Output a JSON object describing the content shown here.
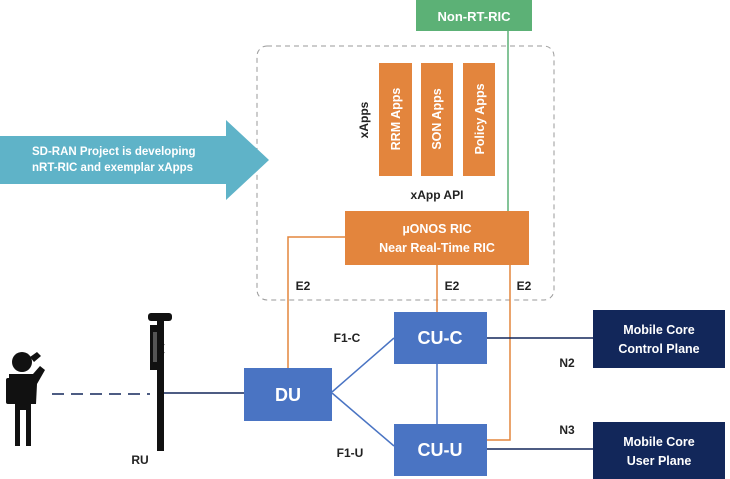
{
  "non_rt_ric": {
    "label": "Non-RT-RIC"
  },
  "xapps": {
    "group_label": "xApps",
    "apps": [
      "RRM Apps",
      "SON Apps",
      "Policy Apps"
    ],
    "api_label": "xApp API"
  },
  "near_rt_ric": {
    "line1": "µONOS RIC",
    "line2": "Near Real-Time RIC"
  },
  "callout": {
    "line1": "SD-RAN Project is developing",
    "line2": "nRT-RIC and exemplar xApps"
  },
  "interfaces": {
    "e2_du": "E2",
    "e2_cuc": "E2",
    "e2_cuu": "E2",
    "f1c": "F1-C",
    "f1u": "F1-U",
    "n2": "N2",
    "n3": "N3"
  },
  "du": {
    "label": "DU"
  },
  "cu_c": {
    "label": "CU-C"
  },
  "cu_u": {
    "label": "CU-U"
  },
  "mobile_core_cp": {
    "line1": "Mobile Core",
    "line2": "Control Plane"
  },
  "mobile_core_up": {
    "line1": "Mobile Core",
    "line2": "User Plane"
  },
  "ru": {
    "label": "RU"
  },
  "colors": {
    "green": "#5cb176",
    "orange": "#e3853d",
    "blue": "#4a74c3",
    "navy": "#12275a",
    "teal": "#5fb3c8",
    "dashed": "#9a9a9a"
  }
}
